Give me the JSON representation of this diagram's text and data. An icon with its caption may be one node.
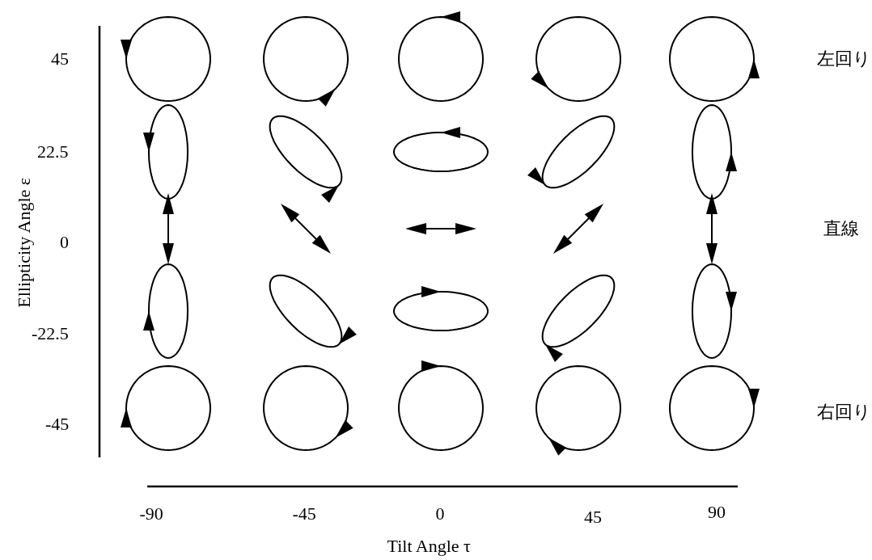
{
  "diagram": {
    "labels": [
      "45",
      "左回り",
      "Ellipticity Angle ε",
      "22.5",
      "0",
      "直線",
      "-22.5",
      "-45",
      "右回り",
      "-90",
      "-45",
      "0",
      "45",
      "90",
      "Tilt Angle τ"
    ]
  }
}
